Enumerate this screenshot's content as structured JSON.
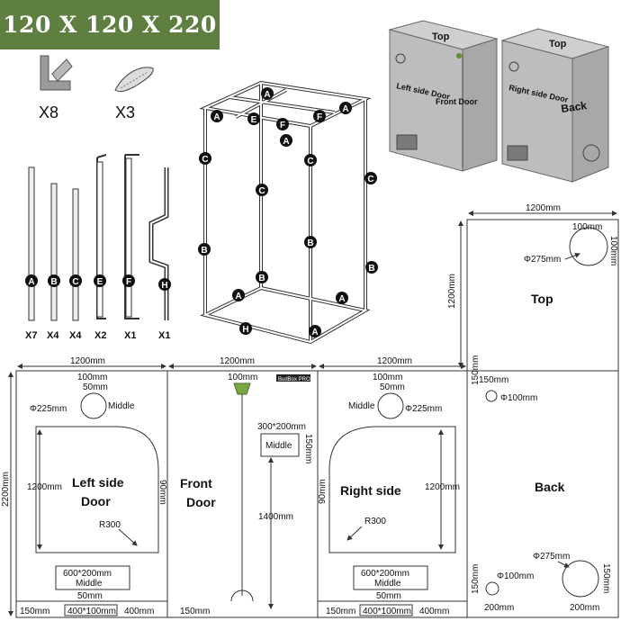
{
  "title": "120 X 120 X 220",
  "parts": {
    "connector_count": "X8",
    "strap_count": "X3"
  },
  "poles": [
    {
      "letter": "A",
      "count": "X7"
    },
    {
      "letter": "B",
      "count": "X4"
    },
    {
      "letter": "C",
      "count": "X4"
    },
    {
      "letter": "E",
      "count": "X2"
    },
    {
      "letter": "F",
      "count": "X1"
    },
    {
      "letter": "H",
      "count": "X1"
    }
  ],
  "frame_labels": [
    "A",
    "B",
    "C",
    "E",
    "F",
    "H"
  ],
  "box_views": {
    "front_box": {
      "top": "Top",
      "left": "Left side Door",
      "front": "Front Door"
    },
    "back_box": {
      "top": "Top",
      "side": "Right side Door",
      "back": "Back"
    }
  },
  "brand": "BudBox PRO",
  "top_panel": {
    "label": "Top",
    "width": "1200mm",
    "depth": "1200mm",
    "hole_w": "100mm",
    "hole_h": "100mm",
    "hole_d": "Φ275mm"
  },
  "side_panels": {
    "height": "2200mm",
    "widths": [
      "1200mm",
      "1200mm",
      "1200mm"
    ],
    "left": {
      "label_line1": "Left side",
      "label_line2": "Door",
      "top_offset": "100mm",
      "top_gap": "50mm",
      "duct": "Φ225mm",
      "duct_pos": "Middle",
      "door_h": "1200mm",
      "door_w": "90mm",
      "radius": "R300",
      "vent": "600*200mm",
      "vent_pos": "Middle",
      "vent_gap": "50mm",
      "bottom_left": "150mm",
      "bottom_vent": "400*100mm",
      "bottom_right": "400mm"
    },
    "front": {
      "label_line1": "Front",
      "label_line2": "Door",
      "top_offset": "100mm",
      "window": "300*200mm",
      "window_pos": "Middle",
      "window_h": "150mm",
      "zip_h": "1400mm",
      "bottom_left": "150mm"
    },
    "right": {
      "label": "Right side",
      "top_offset": "100mm",
      "top_gap": "50mm",
      "duct": "Φ225mm",
      "duct_pos": "Middle",
      "door_h": "1200mm",
      "door_w": "90mm",
      "radius": "R300",
      "vent": "600*200mm",
      "vent_pos": "Middle",
      "vent_gap": "50mm",
      "bottom_left": "150mm",
      "bottom_vent": "400*100mm",
      "bottom_right": "400mm"
    },
    "back": {
      "label": "Back",
      "top_dx": "150mm",
      "top_dy": "150mm",
      "top_hole": "Φ100mm",
      "bottom_hole": "Φ100mm",
      "bottom_dy": "150mm",
      "bottom_dx": "200mm",
      "big_hole": "Φ275mm",
      "big_dy": "150mm",
      "big_dx": "200mm"
    }
  }
}
